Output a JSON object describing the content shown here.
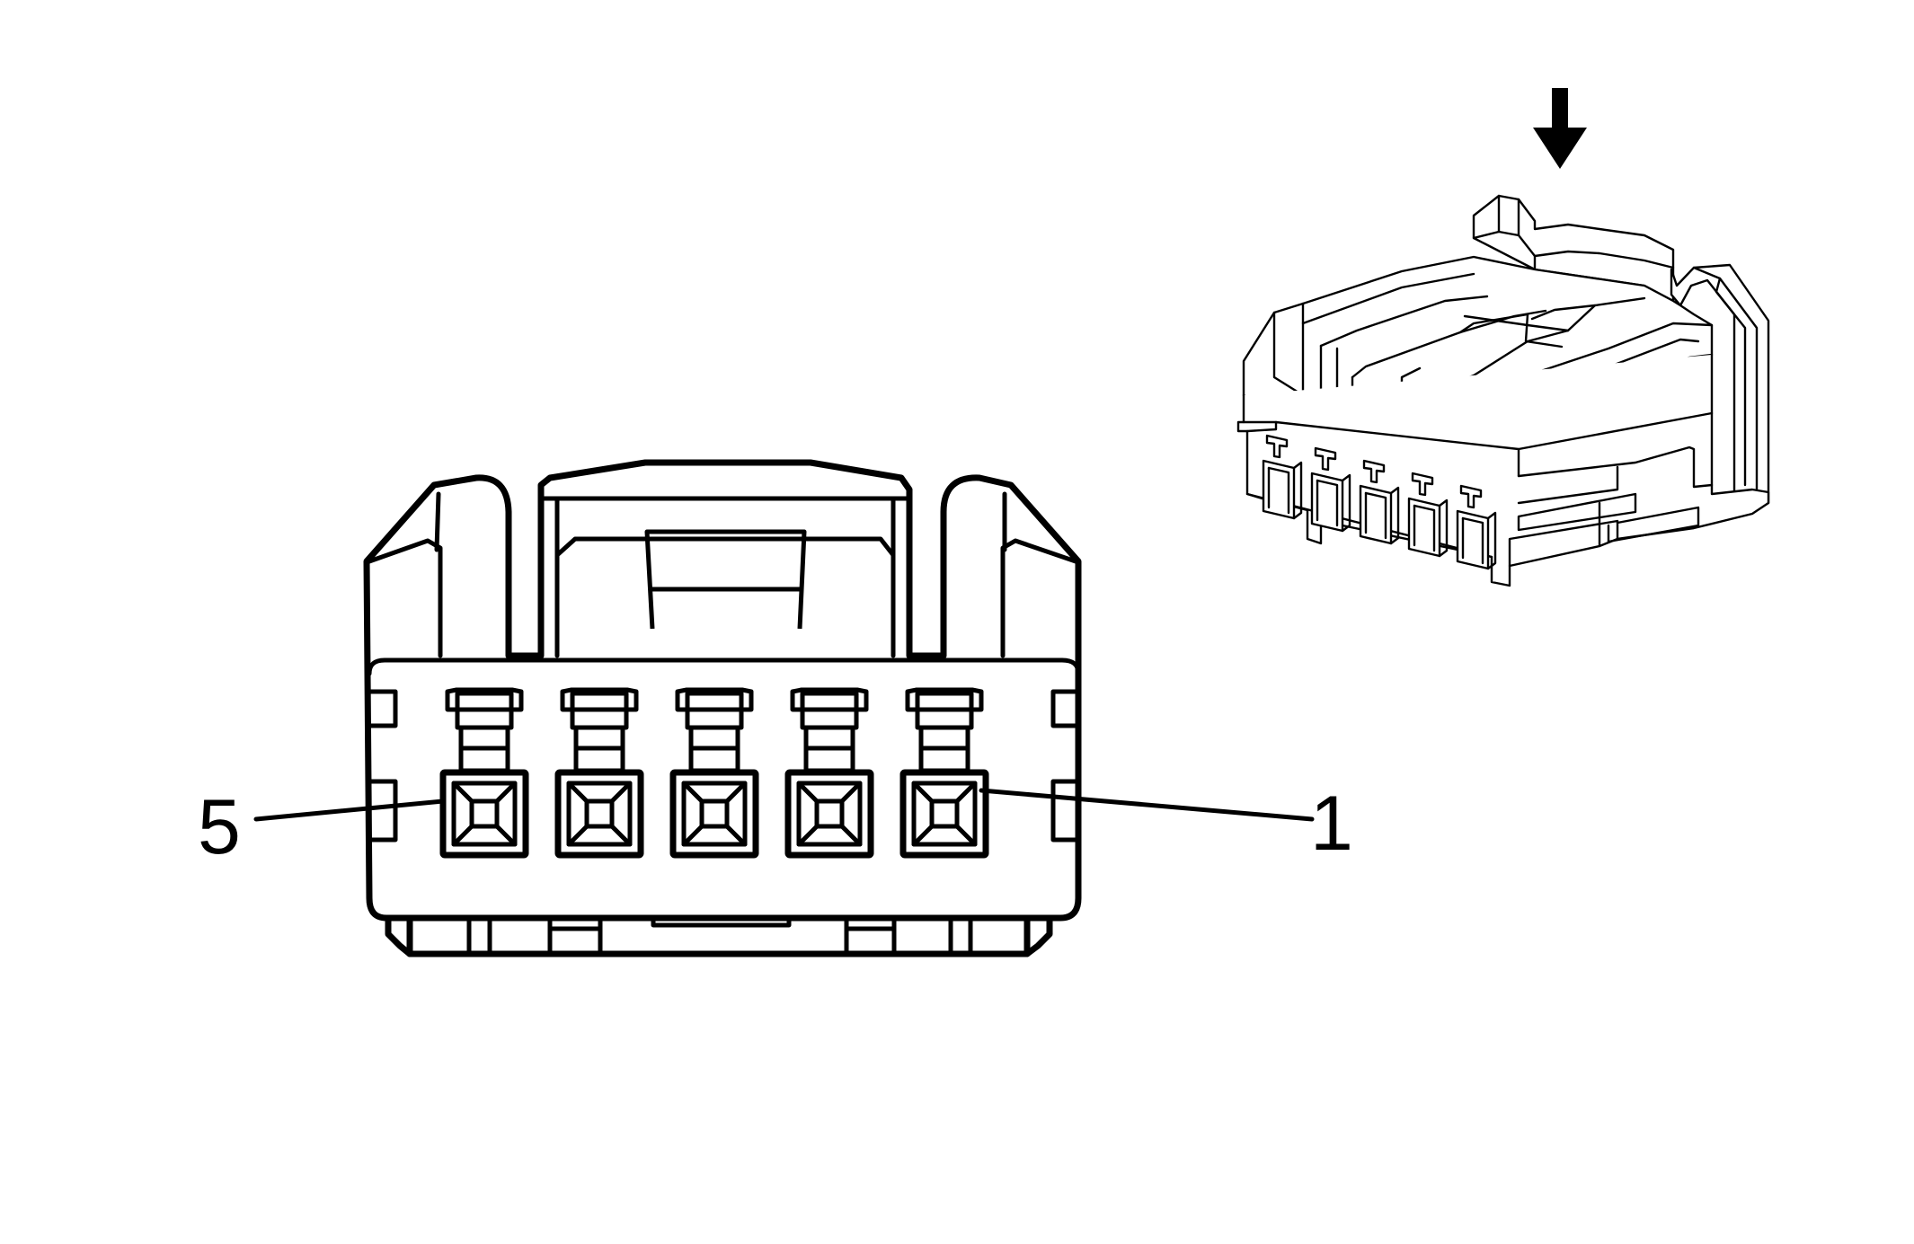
{
  "diagram": {
    "pin_labels": {
      "left": "5",
      "right": "1"
    },
    "pin_count": 5,
    "colors": {
      "line": "#000000",
      "background": "#ffffff"
    },
    "icons": [
      "down-arrow-icon"
    ]
  }
}
